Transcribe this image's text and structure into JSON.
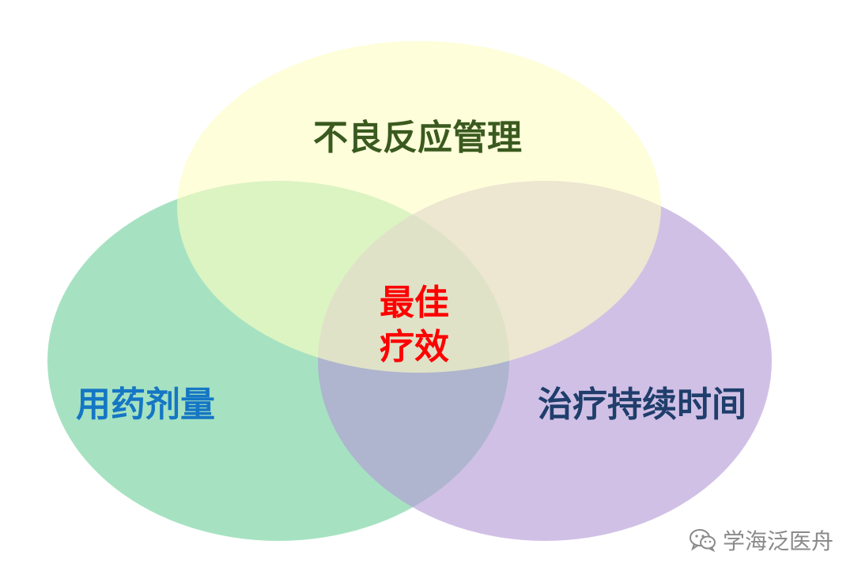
{
  "venn": {
    "circles": [
      {
        "id": "top",
        "label": "不良反应管理",
        "fill": "#ffffcc",
        "text_color": "#3a5a1f"
      },
      {
        "id": "left",
        "label": "用药剂量",
        "fill": "#9ee0bc",
        "text_color": "#1576c4"
      },
      {
        "id": "right",
        "label": "治疗持续时间",
        "fill": "#c3a8dc",
        "text_color": "#1f3e6b"
      }
    ],
    "center": {
      "line1": "最佳",
      "line2": "疗效",
      "color": "#ff0000"
    }
  },
  "watermark": {
    "icon": "wechat-icon",
    "text": "学海泛医舟"
  }
}
